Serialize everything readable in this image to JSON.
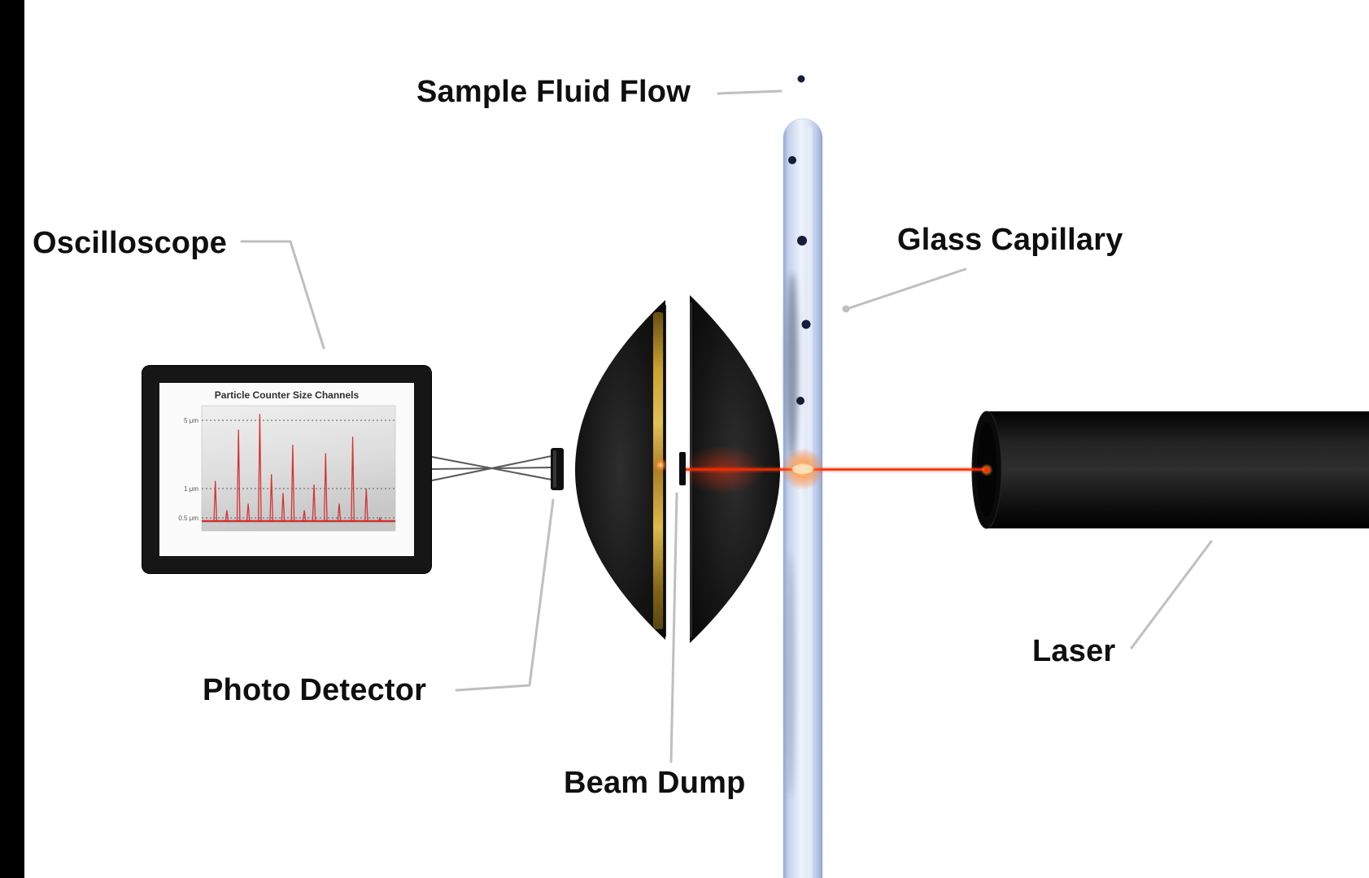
{
  "figure": {
    "type": "optical particle counter schematic"
  },
  "labels": {
    "sample_fluid_flow": "Sample Fluid Flow",
    "oscilloscope": "Oscilloscope",
    "glass_capillary": "Glass Capillary",
    "photo_detector": "Photo Detector",
    "beam_dump": "Beam Dump",
    "laser": "Laser"
  },
  "oscilloscope_screen": {
    "chart_title": "Particle Counter Size Channels",
    "y_ticks": [
      "5 μm",
      "1 μm",
      "0.5 μm"
    ]
  },
  "chart_data": {
    "type": "line",
    "title": "Particle Counter Size Channels",
    "xlabel": "",
    "ylabel": "",
    "y_scale": "log",
    "y_gridlines_um": [
      5,
      1,
      0.5
    ],
    "grid": "dotted horizontal",
    "legend": null,
    "x_normalized": [
      0.07,
      0.13,
      0.19,
      0.24,
      0.3,
      0.36,
      0.42,
      0.47,
      0.53,
      0.58,
      0.64,
      0.71,
      0.78,
      0.85,
      0.92
    ],
    "pulse_heights_um": [
      1.2,
      0.6,
      4.0,
      0.7,
      5.8,
      1.4,
      0.9,
      2.8,
      0.6,
      1.1,
      2.3,
      0.7,
      3.4,
      1.0,
      0.5
    ],
    "series_color": "#d43434"
  },
  "colors": {
    "background": "#ffffff",
    "label_text": "#0f0f0f",
    "leader_line": "#bfbfbf",
    "laser_beam": "#ff2d00",
    "capillary_glass": "#cdd9f1",
    "particle": "#18223d",
    "lens_body": "#101010",
    "lens_coating_gold": "#e8bc3f",
    "chart_trace": "#d43434"
  }
}
